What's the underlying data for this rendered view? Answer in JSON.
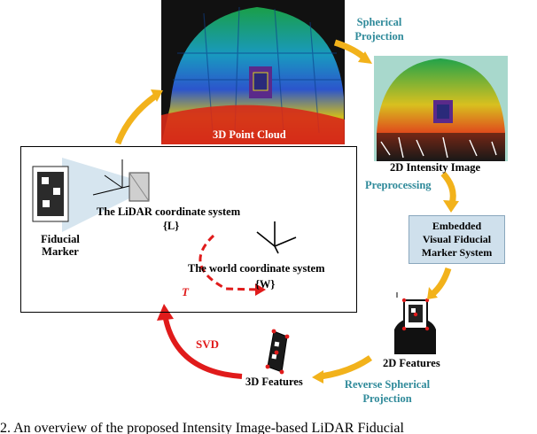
{
  "labels": {
    "point_cloud": "3D Point Cloud",
    "spherical_projection_line1": "Spherical",
    "spherical_projection_line2": "Projection",
    "intensity_image": "2D Intensity Image",
    "preprocessing": "Preprocessing",
    "embedded_line1": "Embedded",
    "embedded_line2": "Visual Fiducial",
    "embedded_line3": "Marker System",
    "features_2d": "2D Features",
    "reverse_line1": "Reverse Spherical",
    "reverse_line2": "Projection",
    "features_3d": "3D Features",
    "svd": "SVD",
    "transform_t": "T",
    "fiducial_line1": "Fiducial",
    "fiducial_line2": "Marker",
    "lidar_system": "The LiDAR coordinate system",
    "lidar_symbol": "{L}",
    "world_system": "The world coordinate system",
    "world_symbol": "{W}"
  },
  "caption": "2.   An overview of the proposed Intensity Image-based LiDAR Fiducial",
  "colors": {
    "flow_arrow": "#f2b21b",
    "svd_arrow": "#e01b1b",
    "teal_text": "#2f8a9a",
    "embedded_box": "#cfe0ec"
  }
}
